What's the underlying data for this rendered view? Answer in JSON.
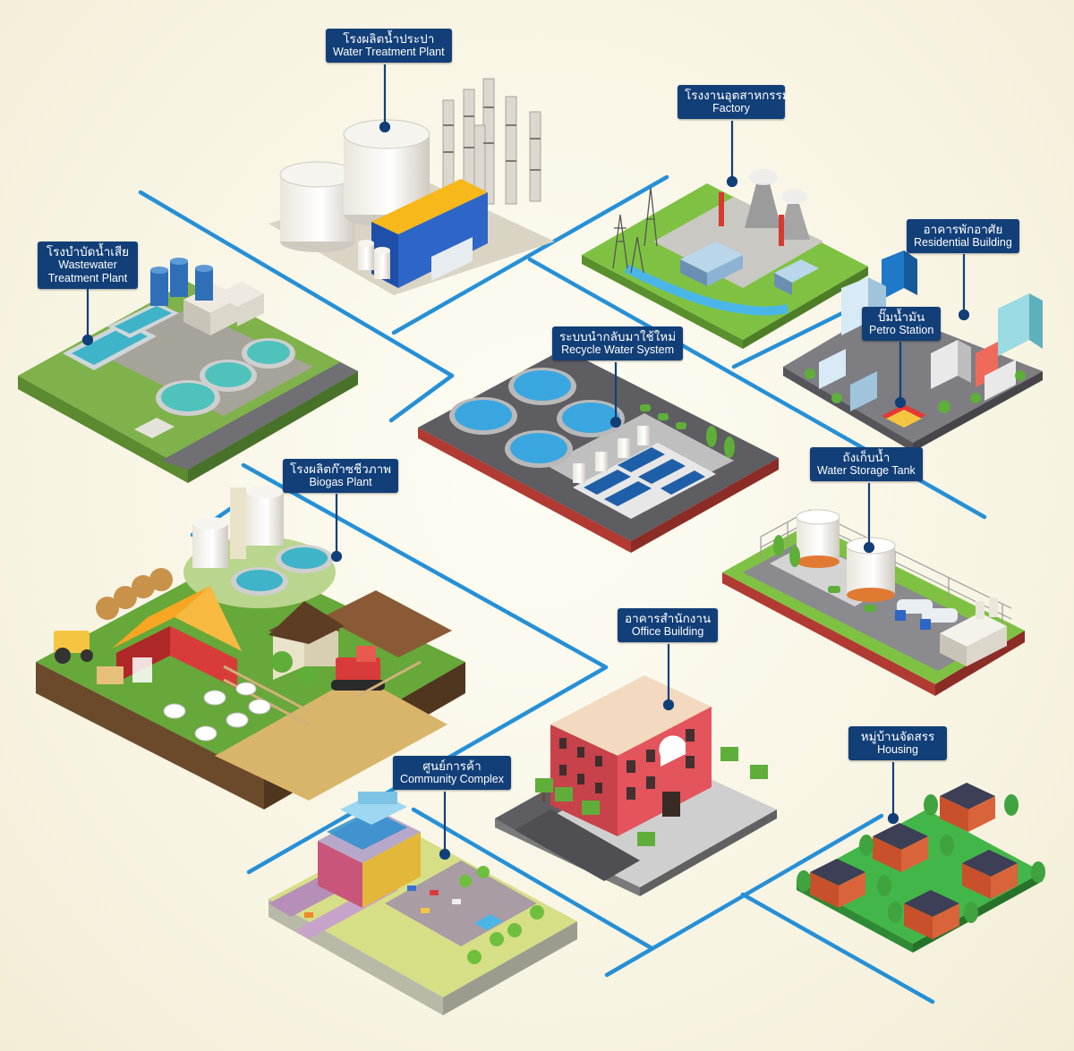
{
  "nodes": {
    "water_treatment": {
      "th": "โรงผลิตน้ำประปา",
      "en": "Water Treatment Plant"
    },
    "factory": {
      "th": "โรงงานอุตสาหกรรม",
      "en": "Factory"
    },
    "residential": {
      "th": "อาคารพักอาศัย",
      "en": "Residential Building"
    },
    "petro": {
      "th": "ปั๊มน้ำมัน",
      "en": "Petro Station"
    },
    "wastewater": {
      "th": "โรงบำบัดน้ำเสีย",
      "en1": "Wastewater",
      "en2": "Treatment Plant"
    },
    "recycle": {
      "th": "ระบบนำกลับมาใช้ใหม่",
      "en": "Recycle Water System"
    },
    "storage": {
      "th": "ถังเก็บน้ำ",
      "en": "Water Storage Tank"
    },
    "biogas": {
      "th": "โรงผลิตก๊าซชีวภาพ",
      "en": "Biogas Plant"
    },
    "office": {
      "th": "อาคารสำนักงาน",
      "en": "Office Building"
    },
    "housing": {
      "th": "หมู่บ้านจัดสรร",
      "en": "Housing"
    },
    "community": {
      "th": "ศูนย์การค้า",
      "en": "Community Complex"
    }
  },
  "colors": {
    "pipe": "#2690d6",
    "label_bg": "#123f78",
    "label_text": "#ffffff",
    "grass": "#8cc63f",
    "soil": "#6b4a2c",
    "road": "#5d5d62",
    "water": "#4ab6e8"
  }
}
